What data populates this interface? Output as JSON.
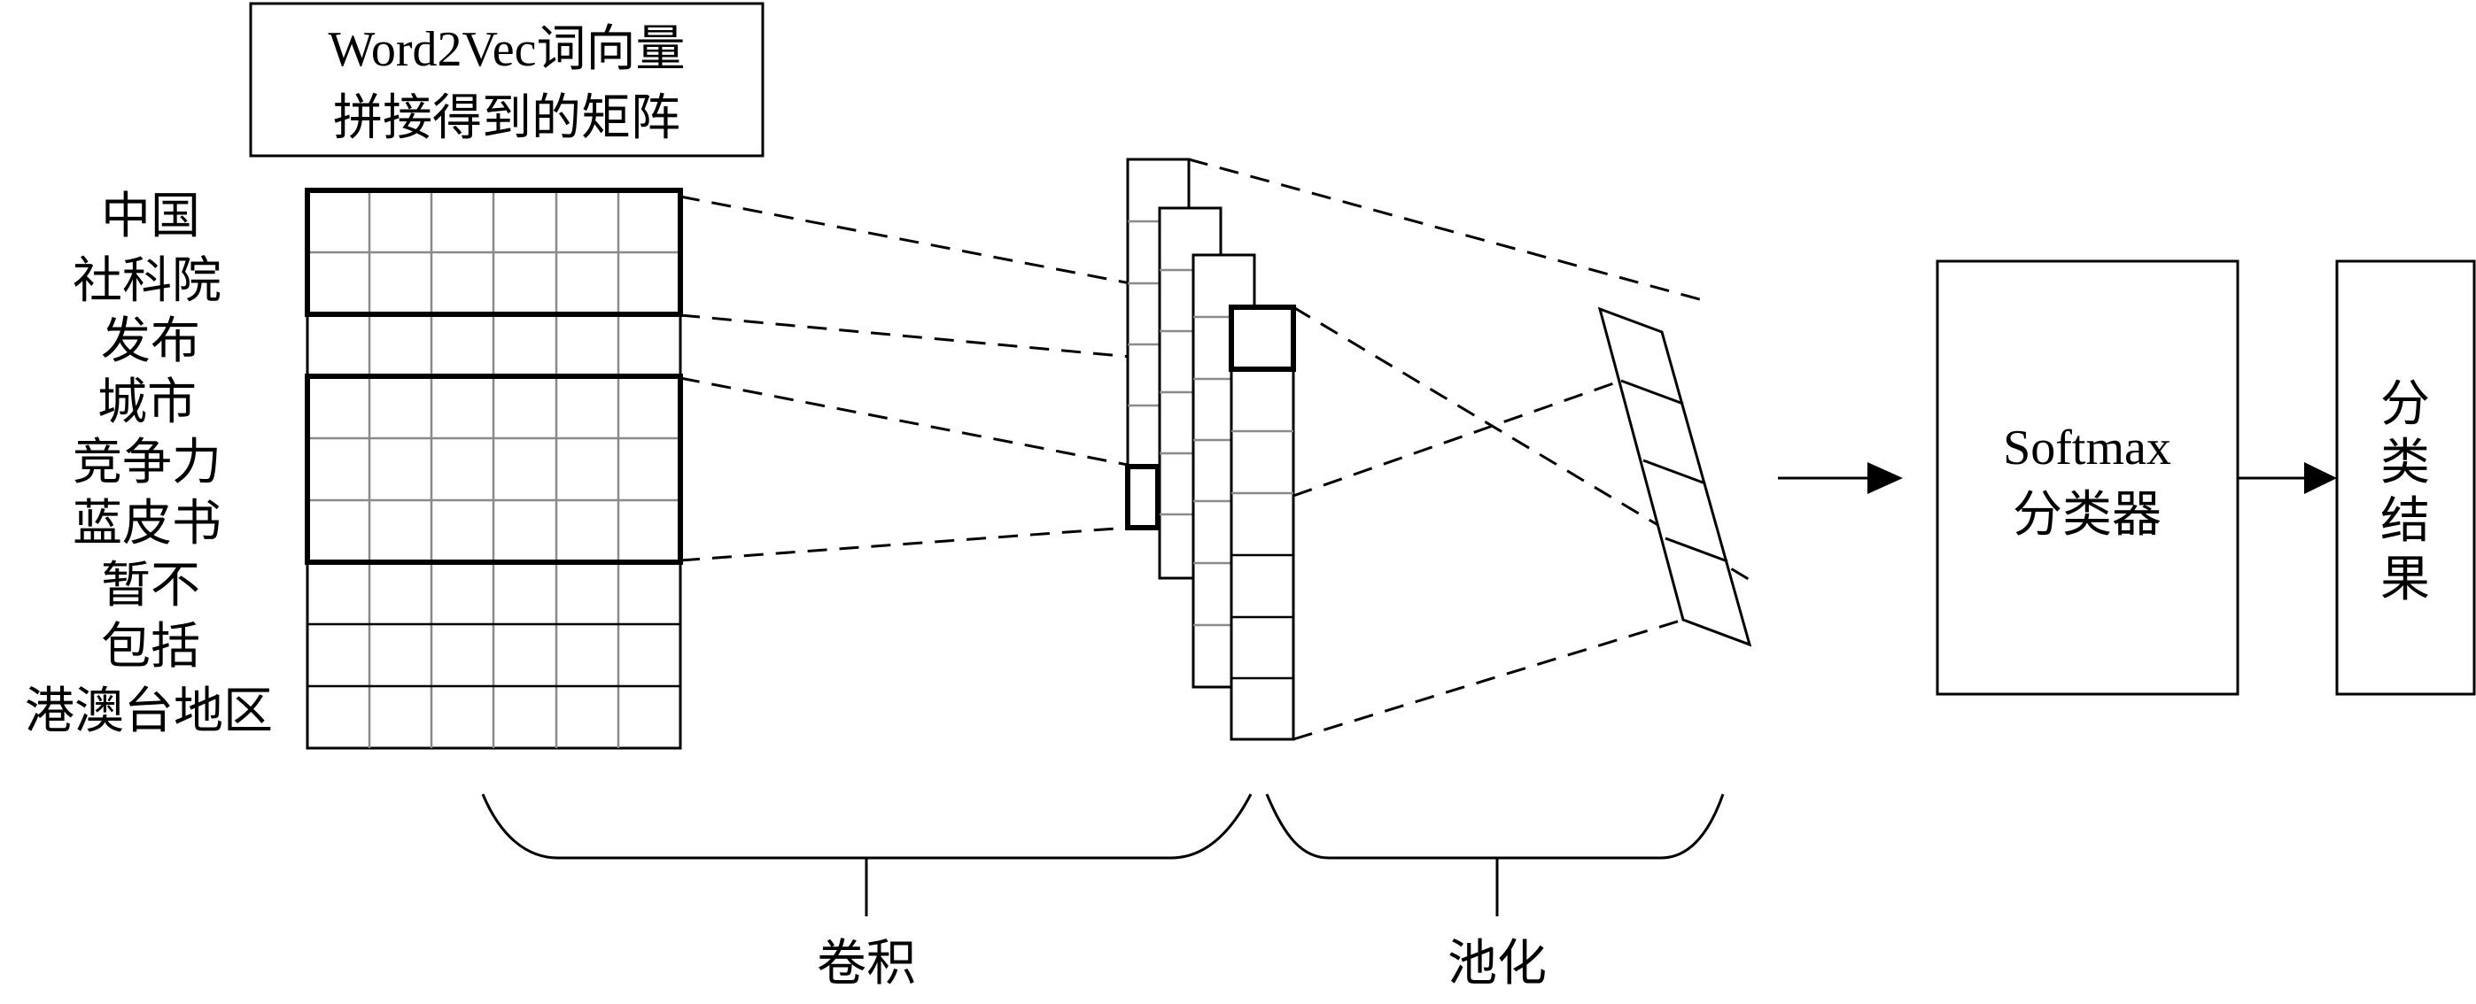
{
  "input_box": {
    "line1": "Word2Vec词向量",
    "line2": "拼接得到的矩阵"
  },
  "words": [
    "中国",
    "社科院",
    "发布",
    "城市",
    "竞争力",
    "蓝皮书",
    "暂不",
    "包括",
    "港澳台地区"
  ],
  "stages": {
    "convolution": "卷积",
    "pooling": "池化"
  },
  "softmax_box": {
    "line1": "Softmax",
    "line2": "分类器"
  },
  "result_box": {
    "chars": [
      "分",
      "类",
      "结",
      "果"
    ]
  }
}
